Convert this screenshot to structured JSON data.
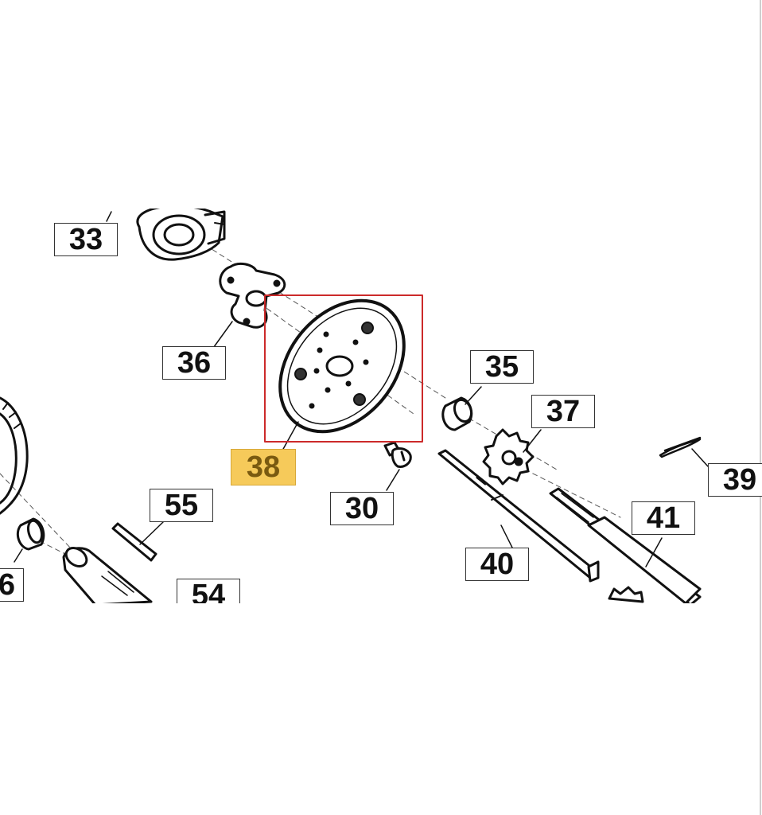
{
  "diagram": {
    "highlight_color": "#f6ca5a",
    "frame_color": "#cc2a2a",
    "labels": [
      {
        "id": "33",
        "text": "33"
      },
      {
        "id": "36",
        "text": "36"
      },
      {
        "id": "35",
        "text": "35"
      },
      {
        "id": "37",
        "text": "37"
      },
      {
        "id": "38",
        "text": "38",
        "highlighted": true
      },
      {
        "id": "39",
        "text": "39"
      },
      {
        "id": "55",
        "text": "55"
      },
      {
        "id": "30",
        "text": "30"
      },
      {
        "id": "41",
        "text": "41"
      },
      {
        "id": "40",
        "text": "40"
      },
      {
        "id": "54",
        "text": "54"
      },
      {
        "id": "56",
        "text": "6"
      }
    ]
  }
}
